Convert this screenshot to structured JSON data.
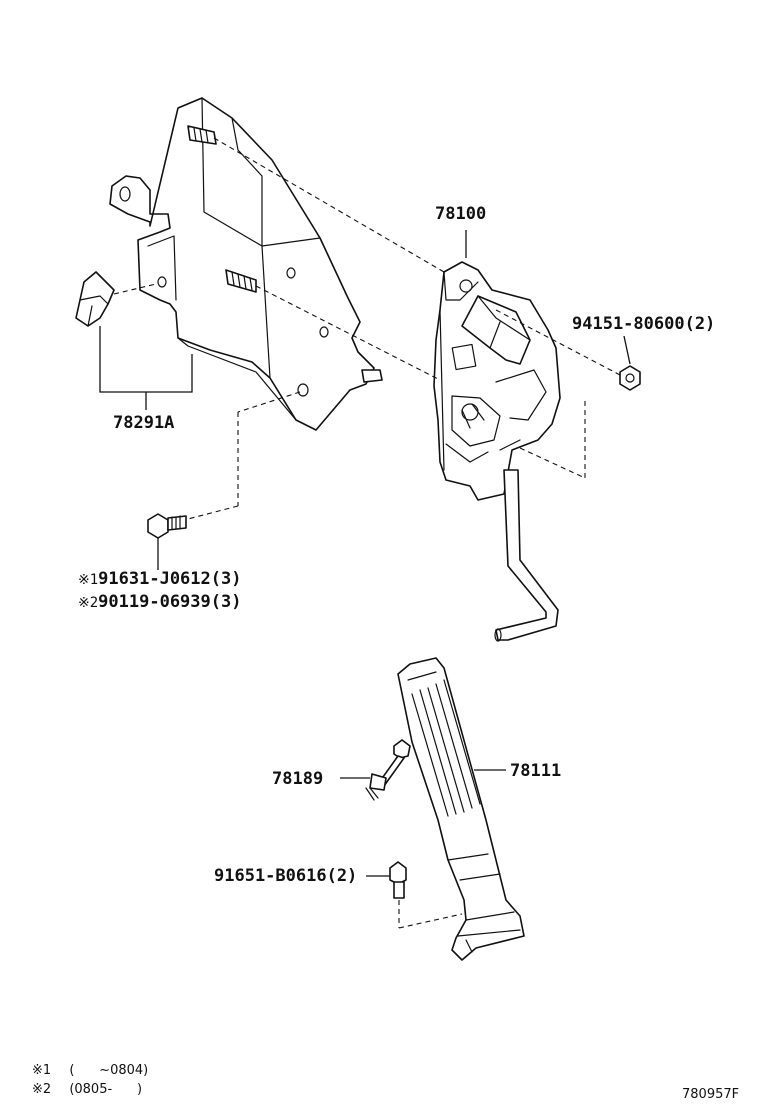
{
  "labels": {
    "pedal_assy": "78100",
    "bracket": "78291A",
    "nut": "94151-80600(2)",
    "bolt_a_mark": "※1",
    "bolt_a": "91631-J0612(3)",
    "bolt_b_mark": "※2",
    "bolt_b": "90119-06939(3)",
    "stopper": "78189",
    "pad": "78111",
    "pad_bolt": "91651-B0616(2)"
  },
  "notes": [
    {
      "mark": "※1",
      "text": "(      ~0804)"
    },
    {
      "mark": "※2",
      "text": "(0805-      )"
    }
  ],
  "figure_id": "780957F"
}
